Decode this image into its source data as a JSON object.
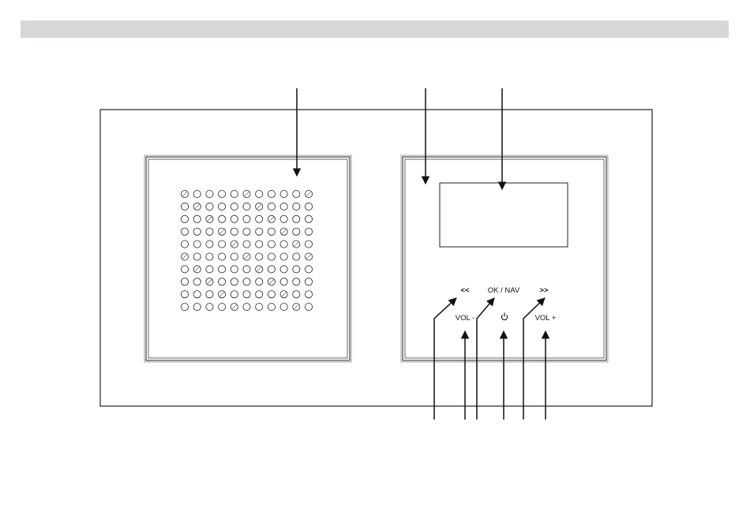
{
  "labels": {
    "prev": "<<",
    "ok_nav": "OK / NAV",
    "next": ">>",
    "vol_minus": "VOL -",
    "power": "⏻",
    "vol_plus": "VOL +"
  },
  "speaker_grille": {
    "rows": 10,
    "cols": 11
  },
  "colors": {
    "header_bar": "#d6d7d9",
    "line": "#222222"
  }
}
